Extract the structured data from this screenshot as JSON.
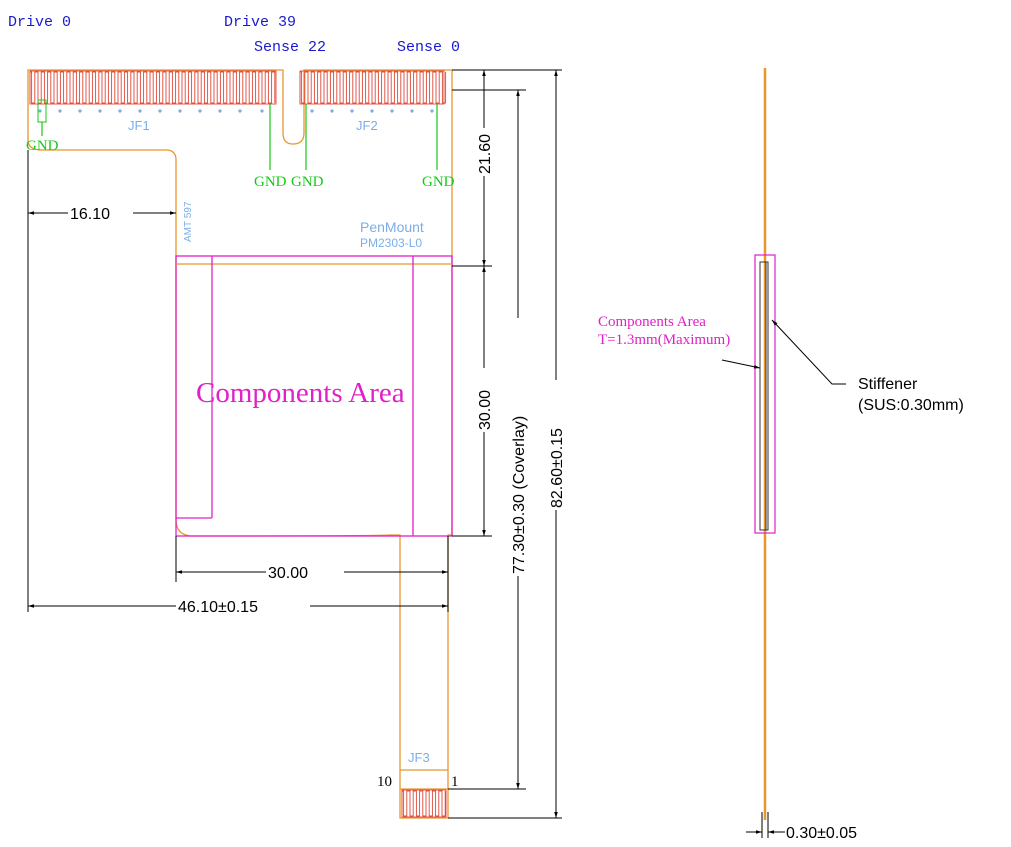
{
  "labels": {
    "drive_0": "Drive 0",
    "drive_39": "Drive 39",
    "sense_22": "Sense 22",
    "sense_0": "Sense 0",
    "gnd": "GND",
    "jf1": "JF1",
    "jf2": "JF2",
    "jf3": "JF3",
    "amt": "AMT 597",
    "brand": "PenMount",
    "model": "PM2303-L0",
    "components_area": "Components Area",
    "side_components_area": "Components Area",
    "side_thickness": "T=1.3mm(Maximum)",
    "stiffener": "Stiffener",
    "stiffener_spec": "(SUS:0.30mm)",
    "pin_10": "10",
    "pin_1": "1"
  },
  "dimensions": {
    "d_16_10": "16.10",
    "d_30_00_h": "30.00",
    "d_46_10": "46.10±0.15",
    "d_21_60": "21.60",
    "d_30_00_v": "30.00",
    "d_77_30": "77.30±0.30  (Coverlay)",
    "d_82_60": "82.60±0.15",
    "d_0_30": "0.30±0.05"
  },
  "colors": {
    "flex": "#e8962e",
    "trace": "#e0483a",
    "component": "#e020c8",
    "gnd": "#18c818",
    "label_blue": "#1a1ad0",
    "label_light": "#7aaee8",
    "dim": "#000000"
  }
}
